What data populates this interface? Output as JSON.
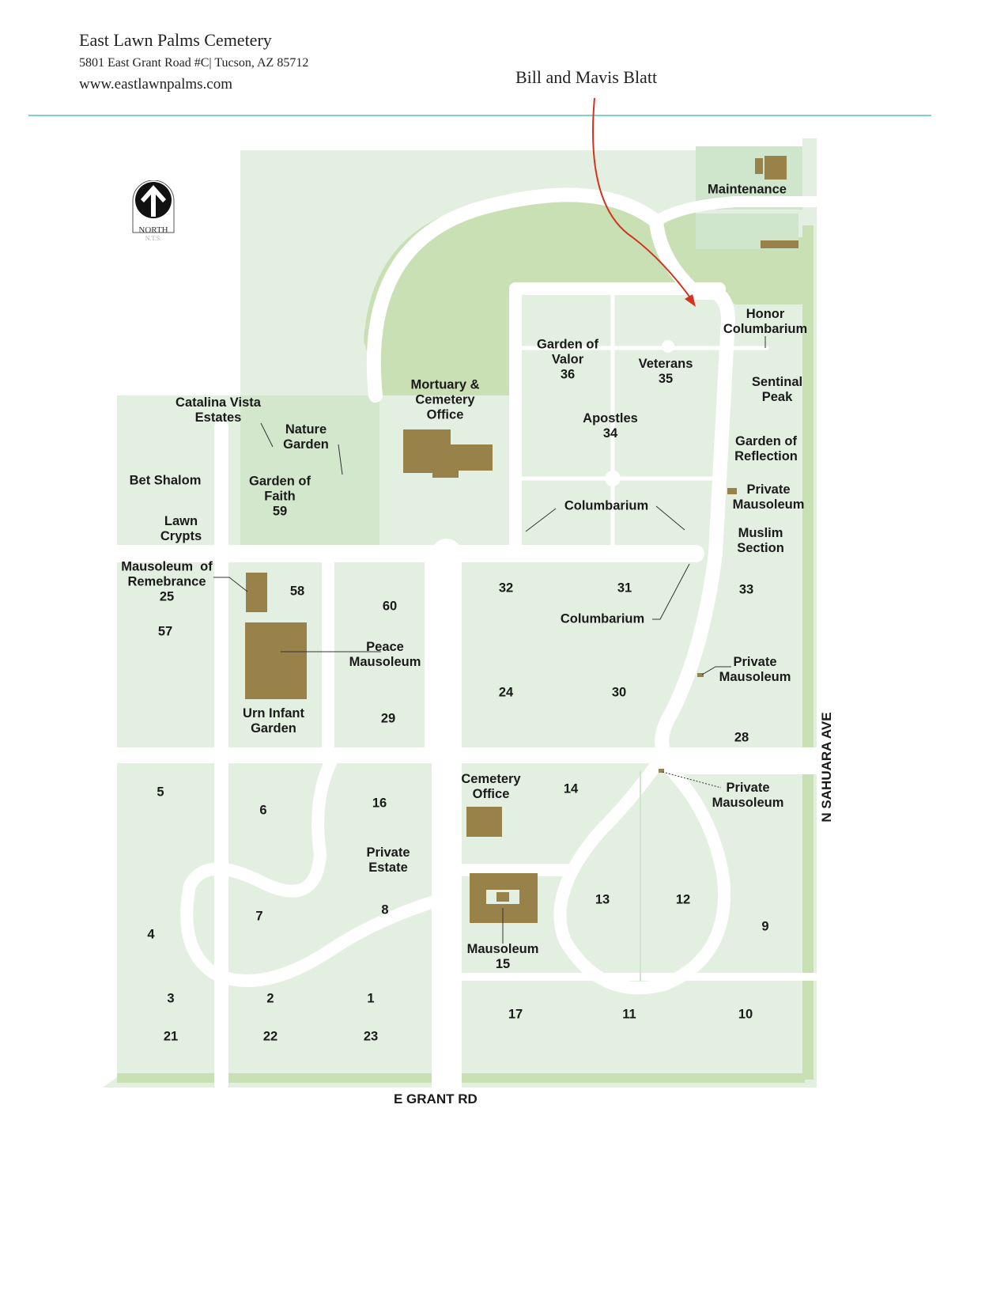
{
  "header": {
    "title": "East Lawn Palms Cemetery",
    "address": "5801 East Grant Road #C| Tucson, AZ 85712",
    "website": "www.eastlawnpalms.com",
    "annotation": "Bill and Mavis Blatt"
  },
  "north_arrow": {
    "label": "NORTH",
    "scale": "N.T.S."
  },
  "colors": {
    "rule": "#7fcfcf",
    "light_green": "#e3f0e1",
    "dark_green": "#c9dfb4",
    "mid_green": "#cfe6cc",
    "building": "#988249",
    "road": "#ffffff",
    "arrow": "#d4321c"
  },
  "streets": {
    "south": "E GRANT RD",
    "east": "N SAHUARA AVE"
  },
  "labels": {
    "maintenance": "Maintenance",
    "honor_columbarium": "Honor\nColumbarium",
    "garden_of_valor": "Garden of\nValor\n36",
    "veterans": "Veterans\n35",
    "sentinal_peak": "Sentinal\nPeak",
    "mortuary": "Mortuary &\nCemetery\nOffice",
    "catalina_vista": "Catalina Vista\nEstates",
    "apostles": "Apostles\n34",
    "nature_garden": "Nature\nGarden",
    "garden_of_reflection": "Garden of\nReflection",
    "bet_shalom": "Bet Shalom",
    "garden_of_faith": "Garden of\nFaith\n59",
    "private_mausoleum_1": "Private\nMausoleum",
    "columbarium_1": "Columbarium",
    "lawn_crypts": "Lawn\nCrypts",
    "muslim_section": "Muslim\nSection",
    "mausoleum_remebrance": "Mausoleum  of\nRemebrance\n25",
    "s58": "58",
    "s32": "32",
    "s31": "31",
    "s33": "33",
    "s60": "60",
    "columbarium_2": "Columbarium",
    "s57": "57",
    "peace_mausoleum": "Peace\nMausoleum",
    "private_mausoleum_2": "Private\nMausoleum",
    "s24": "24",
    "s30": "30",
    "urn_infant_garden": "Urn Infant\nGarden",
    "s29": "29",
    "s28": "28",
    "cemetery_office": "Cemetery\nOffice",
    "s14": "14",
    "private_mausoleum_3": "Private\nMausoleum",
    "s5": "5",
    "s16": "16",
    "s6": "6",
    "private_estate": "Private\nEstate",
    "s13": "13",
    "s12": "12",
    "s8": "8",
    "s7": "7",
    "s9": "9",
    "s4": "4",
    "mausoleum_15": "Mausoleum\n15",
    "s3": "3",
    "s2": "2",
    "s1": "1",
    "s17": "17",
    "s11": "11",
    "s10": "10",
    "s21": "21",
    "s22": "22",
    "s23": "23"
  }
}
